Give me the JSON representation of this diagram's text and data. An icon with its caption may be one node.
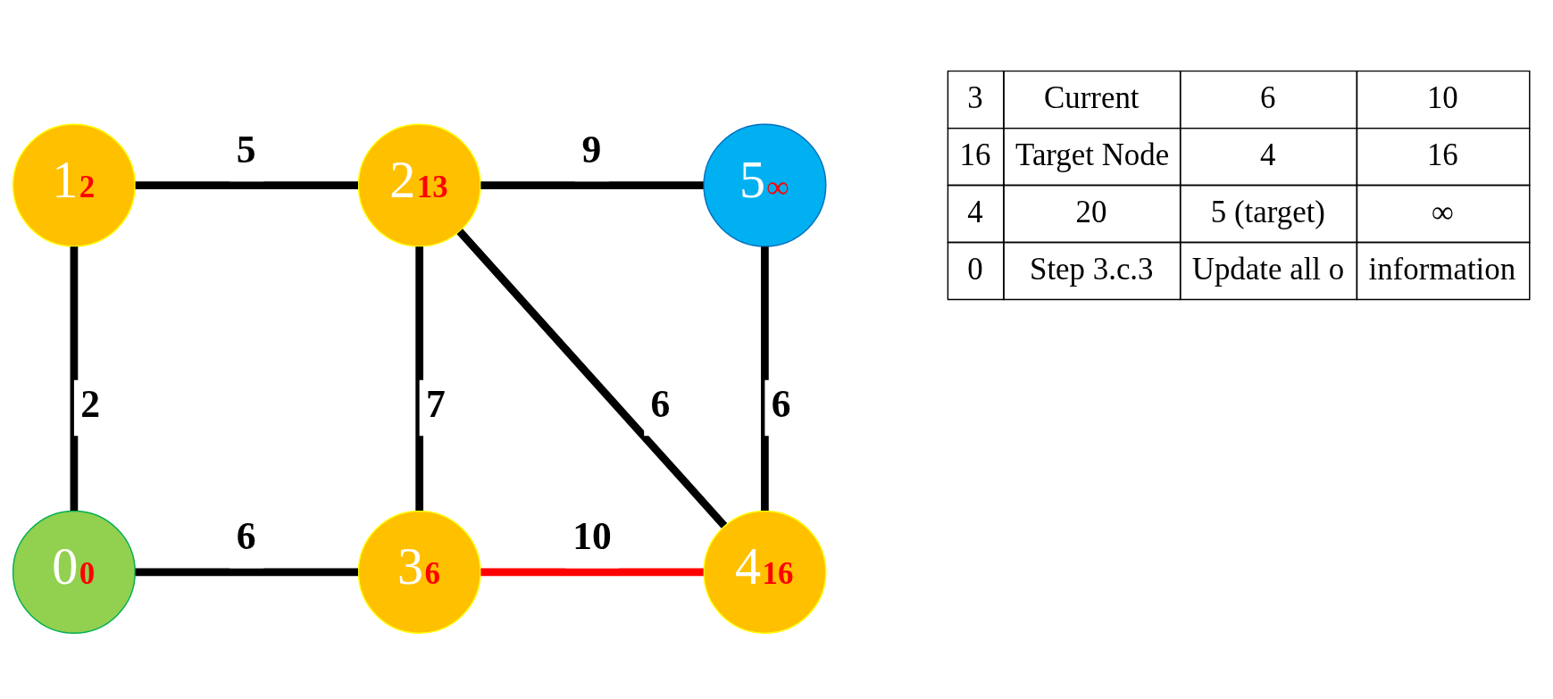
{
  "diagram": {
    "nodes": [
      {
        "text": [
          "0",
          "0"
        ]
      },
      {
        "text": [
          "1",
          "2"
        ]
      },
      {
        "text": [
          "2",
          "13"
        ]
      },
      {
        "text": [
          "3",
          "6"
        ]
      },
      {
        "text": [
          "4",
          "16"
        ]
      },
      {
        "text": [
          "5",
          "∞"
        ]
      }
    ],
    "edges": [
      {
        "from": 1,
        "to": 0,
        "arrow": "none",
        "label": "2"
      },
      {
        "from": 1,
        "to": 2,
        "arrow": "none",
        "label": "5"
      },
      {
        "from": 2,
        "to": 5,
        "arrow": "none",
        "label": "9"
      },
      {
        "from": 2,
        "to": 3,
        "arrow": "none",
        "label": "7"
      },
      {
        "from": 2,
        "to": 4,
        "arrow": "none",
        "label": "6"
      },
      {
        "from": 5,
        "to": 4,
        "arrow": "none",
        "label": "6"
      },
      {
        "from": 0,
        "to": 3,
        "arrow": "none",
        "label": "6"
      },
      {
        "from": 3,
        "to": 4,
        "arrow": "none",
        "label": "10",
        "color": "#ff0000"
      }
    ],
    "labels": [
      "3",
      "Current",
      "6",
      "10",
      "16",
      "Target Node",
      "4",
      "16",
      "4",
      "20",
      "5 (target)",
      "∞",
      "0",
      "Step 3.c.3",
      "Update all o",
      "information"
    ]
  }
}
